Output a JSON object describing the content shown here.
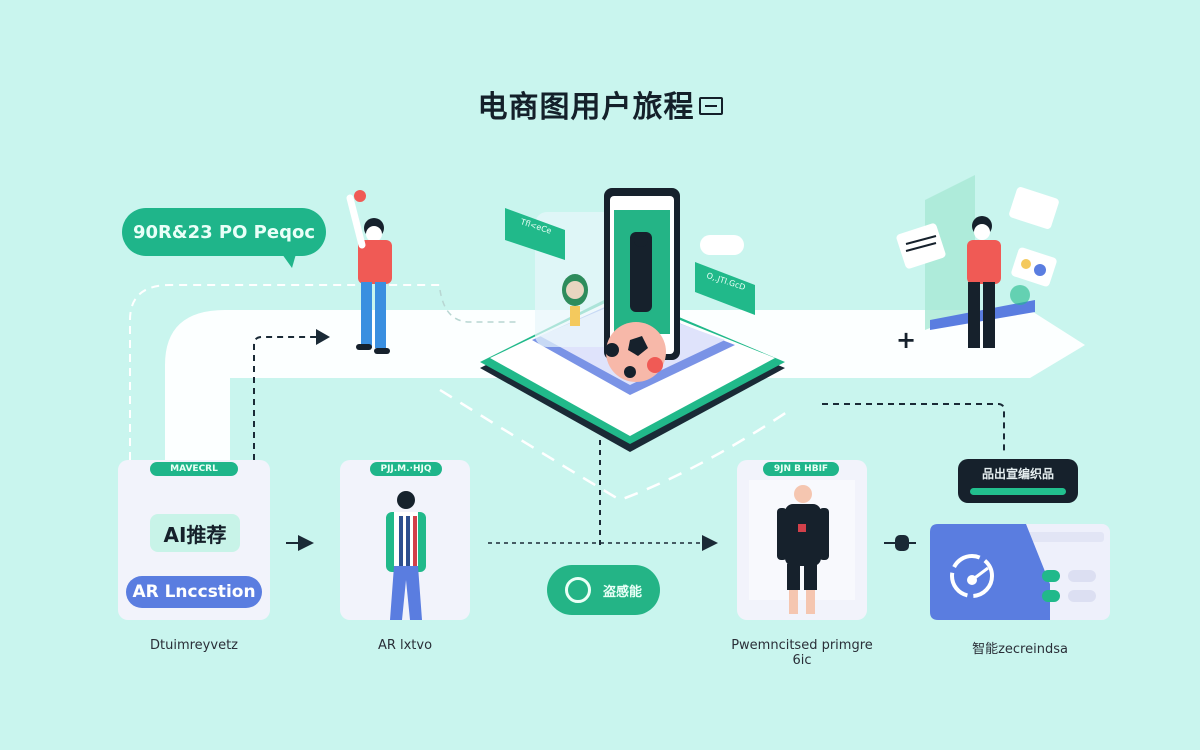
{
  "title": {
    "text": "电商图用户旅程",
    "icon": "browser-window-icon"
  },
  "colors": {
    "background": "#c9f5ee",
    "path": "#ffffff",
    "accent_green": "#1fb58a",
    "accent_blue": "#5a7de0",
    "dark": "#16212c",
    "shirt_red": "#f05a55"
  },
  "speech_bubble": {
    "text": "90R&23 PO Peqoc"
  },
  "top_scene": {
    "person_left": {
      "shirt": "red",
      "pants": "blue",
      "pose": "arm-raised"
    },
    "center_platform": {
      "tag_left": "Tfl<eCe",
      "tag_right": "O,.JTI.GcD",
      "objects": [
        "smartphone-with-product",
        "soccer-ball",
        "trophy"
      ]
    },
    "person_right": {
      "shirt": "red",
      "pants": "dark",
      "pose": "standing"
    },
    "plus_marker": "+"
  },
  "steps": [
    {
      "tag": "MAVECRL",
      "main_label": "AI推荐",
      "sub_label": "AR Lnccstion",
      "caption": "Dtuimreyvetz"
    },
    {
      "tag": "PJJ.M.·HJQ",
      "illustration": "striped-jacket-figure",
      "caption": "AR lxtvo"
    },
    {
      "badge_text": "盗感能"
    },
    {
      "tag": "9JN B HBIF",
      "illustration": "dark-tracksuit-figure",
      "caption": "Pwemncitsed primgre 6ic"
    },
    {
      "status_text": "品出宣编织品",
      "illustration": "dashboard-gauge",
      "caption": "智能zecreindsa"
    }
  ]
}
